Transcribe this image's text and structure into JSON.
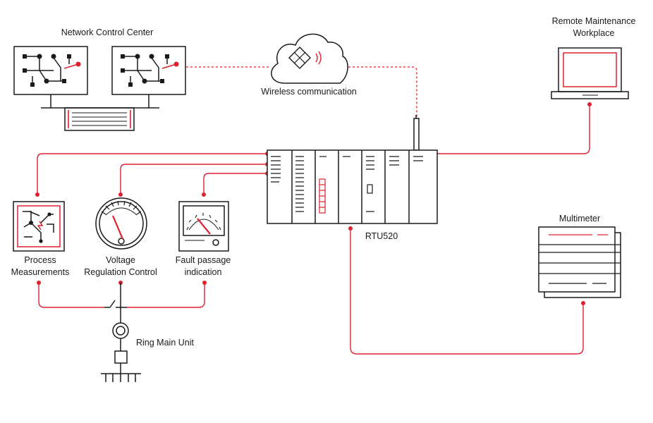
{
  "labels": {
    "ncc": "Network Control Center",
    "wireless": "Wireless communication",
    "remote_line1": "Remote Maintenance",
    "remote_line2": "Workplace",
    "process_line1": "Process",
    "process_line2": "Measurements",
    "voltage_line1": "Voltage",
    "voltage_line2": "Regulation Control",
    "fault_line1": "Fault passage",
    "fault_line2": "indication",
    "rtu": "RTU520",
    "multimeter": "Multimeter",
    "ring": "Ring Main Unit"
  },
  "colors": {
    "accent": "#e0202f",
    "stroke": "#1a1a1a",
    "background": "#ffffff"
  },
  "icons": [
    "monitor-icon",
    "server-rack-icon",
    "cloud-icon",
    "signal-icon",
    "laptop-icon",
    "rtu-icon",
    "antenna-icon",
    "gauge-icon",
    "switch-icon",
    "transformer-icon",
    "multimeter-icon"
  ]
}
